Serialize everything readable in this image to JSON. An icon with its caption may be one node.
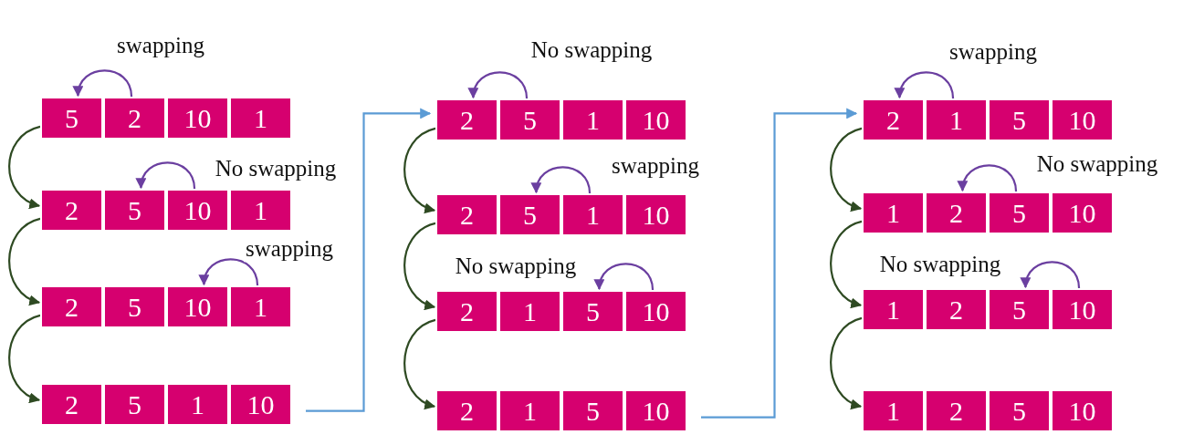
{
  "diagram": {
    "nodes": [
      {
        "text": [
          "5"
        ]
      },
      {
        "text": [
          "2"
        ]
      },
      {
        "text": [
          "10"
        ]
      },
      {
        "text": [
          "1"
        ]
      },
      {
        "text": [
          "2"
        ]
      },
      {
        "text": [
          "5"
        ]
      },
      {
        "text": [
          "10"
        ]
      },
      {
        "text": [
          "1"
        ]
      },
      {
        "text": [
          "2"
        ]
      },
      {
        "text": [
          "5"
        ]
      },
      {
        "text": [
          "10"
        ]
      },
      {
        "text": [
          "1"
        ]
      },
      {
        "text": [
          "2"
        ]
      },
      {
        "text": [
          "5"
        ]
      },
      {
        "text": [
          "1"
        ]
      },
      {
        "text": [
          "10"
        ]
      },
      {
        "text": [
          "2"
        ]
      },
      {
        "text": [
          "5"
        ]
      },
      {
        "text": [
          "1"
        ]
      },
      {
        "text": [
          "10"
        ]
      },
      {
        "text": [
          "2"
        ]
      },
      {
        "text": [
          "5"
        ]
      },
      {
        "text": [
          "1"
        ]
      },
      {
        "text": [
          "10"
        ]
      },
      {
        "text": [
          "2"
        ]
      },
      {
        "text": [
          "1"
        ]
      },
      {
        "text": [
          "5"
        ]
      },
      {
        "text": [
          "10"
        ]
      },
      {
        "text": [
          "2"
        ]
      },
      {
        "text": [
          "1"
        ]
      },
      {
        "text": [
          "5"
        ]
      },
      {
        "text": [
          "10"
        ]
      },
      {
        "text": [
          "2"
        ]
      },
      {
        "text": [
          "1"
        ]
      },
      {
        "text": [
          "5"
        ]
      },
      {
        "text": [
          "10"
        ]
      },
      {
        "text": [
          "1"
        ]
      },
      {
        "text": [
          "2"
        ]
      },
      {
        "text": [
          "5"
        ]
      },
      {
        "text": [
          "10"
        ]
      },
      {
        "text": [
          "1"
        ]
      },
      {
        "text": [
          "2"
        ]
      },
      {
        "text": [
          "5"
        ]
      },
      {
        "text": [
          "10"
        ]
      },
      {
        "text": [
          "1"
        ]
      },
      {
        "text": [
          "2"
        ]
      },
      {
        "text": [
          "5"
        ]
      },
      {
        "text": [
          "10"
        ]
      }
    ],
    "edges": [
      {
        "from": 1,
        "to": 0,
        "arrow": "to",
        "label": "swapping",
        "color": "#6b3fa0"
      },
      {
        "from": 0,
        "to": 4,
        "arrow": "to",
        "color": "#2e4a22"
      },
      {
        "from": 6,
        "to": 5,
        "arrow": "to",
        "label": "No swapping",
        "color": "#6b3fa0"
      },
      {
        "from": 4,
        "to": 8,
        "arrow": "to",
        "color": "#2e4a22"
      },
      {
        "from": 11,
        "to": 10,
        "arrow": "to",
        "label": "swapping",
        "color": "#6b3fa0"
      },
      {
        "from": 8,
        "to": 12,
        "arrow": "to",
        "color": "#2e4a22"
      },
      {
        "from": 15,
        "to": 16,
        "arrow": "to",
        "color": "#5b9bd5"
      },
      {
        "from": 17,
        "to": 16,
        "arrow": "to",
        "label": "No swapping",
        "color": "#6b3fa0"
      },
      {
        "from": 16,
        "to": 20,
        "arrow": "to",
        "color": "#2e4a22"
      },
      {
        "from": 22,
        "to": 21,
        "arrow": "to",
        "label": "swapping",
        "color": "#6b3fa0"
      },
      {
        "from": 20,
        "to": 24,
        "arrow": "to",
        "color": "#2e4a22"
      },
      {
        "from": 27,
        "to": 26,
        "arrow": "to",
        "label": "No swapping",
        "color": "#6b3fa0"
      },
      {
        "from": 24,
        "to": 28,
        "arrow": "to",
        "color": "#2e4a22"
      },
      {
        "from": 31,
        "to": 32,
        "arrow": "to",
        "color": "#5b9bd5"
      },
      {
        "from": 33,
        "to": 32,
        "arrow": "to",
        "label": "swapping",
        "color": "#6b3fa0"
      },
      {
        "from": 32,
        "to": 36,
        "arrow": "to",
        "color": "#2e4a22"
      },
      {
        "from": 38,
        "to": 37,
        "arrow": "to",
        "label": "No swapping",
        "color": "#6b3fa0"
      },
      {
        "from": 36,
        "to": 40,
        "arrow": "to",
        "color": "#2e4a22"
      },
      {
        "from": 43,
        "to": 42,
        "arrow": "to",
        "label": "No swapping",
        "color": "#6b3fa0"
      },
      {
        "from": 40,
        "to": 44,
        "arrow": "to",
        "color": "#2e4a22"
      }
    ]
  }
}
